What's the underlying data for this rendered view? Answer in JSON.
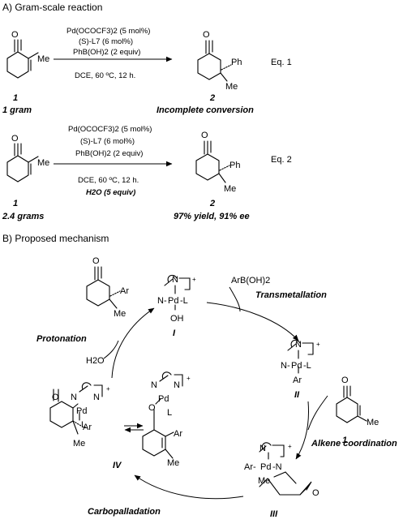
{
  "section_a": {
    "title": "A) Gram-scale reaction",
    "eq1": {
      "conditions": [
        "Pd(OCOCF3)2 (5 mol%)",
        "(S)-L7 (6 mol%)",
        "PhB(OH)2 (2 equiv)",
        "DCE, 60 ºC, 12 h."
      ],
      "reactant_number": "1",
      "reactant_amount": "1 gram",
      "product_number": "2",
      "outcome": "Incomplete conversion",
      "label": "Eq. 1",
      "substituents": {
        "ph": "Ph",
        "me": "Me",
        "ring_me": "Me"
      }
    },
    "eq2": {
      "conditions": [
        "Pd(OCOCF3)2 (5 mol%)",
        "(S)-L7 (6 mol%)",
        "PhB(OH)2 (2 equiv)",
        "DCE, 60 ºC, 12 h.",
        "H2O (5 equiv)"
      ],
      "reactant_number": "1",
      "reactant_amount": "2.4 grams",
      "product_number": "2",
      "outcome": "97% yield, 91% ee",
      "label": "Eq. 2",
      "substituents": {
        "ph": "Ph",
        "me": "Me",
        "ring_me": "Me"
      }
    }
  },
  "section_b": {
    "title": "B) Proposed mechanism",
    "steps": {
      "transmetallation": "Transmetallation",
      "alkene_coordination": "Alkene coordination",
      "carbopalladation": "Carbopalladation",
      "protonation": "Protonation"
    },
    "reagents": {
      "arboh2": "ArB(OH)2",
      "water": "H2O"
    },
    "intermediates": {
      "I": "I",
      "II": "II",
      "III": "III",
      "IV": "IV",
      "enone_number": "1"
    },
    "atoms": {
      "N": "N",
      "Pd": "Pd",
      "L": "L",
      "OH": "OH",
      "Ar": "Ar",
      "Me": "Me",
      "O": "O",
      "plus": "+"
    }
  }
}
